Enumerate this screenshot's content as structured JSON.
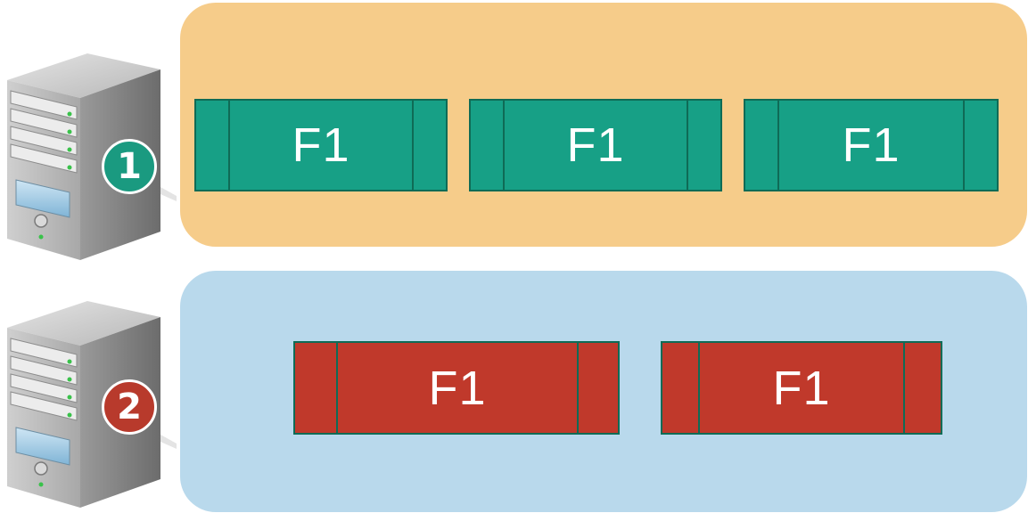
{
  "servers": [
    {
      "number": "1",
      "badge_color": "#1a9a80",
      "panel_color": "#f6cc8a",
      "blocks": [
        {
          "label": "F1",
          "color": "#17a086"
        },
        {
          "label": "F1",
          "color": "#17a086"
        },
        {
          "label": "F1",
          "color": "#17a086"
        }
      ]
    },
    {
      "number": "2",
      "badge_color": "#b83a2c",
      "panel_color": "#b9d9ec",
      "blocks": [
        {
          "label": "F1",
          "color": "#c0392b"
        },
        {
          "label": "F1",
          "color": "#c0392b"
        }
      ]
    }
  ],
  "icons": {
    "server": "server-tower-icon"
  }
}
